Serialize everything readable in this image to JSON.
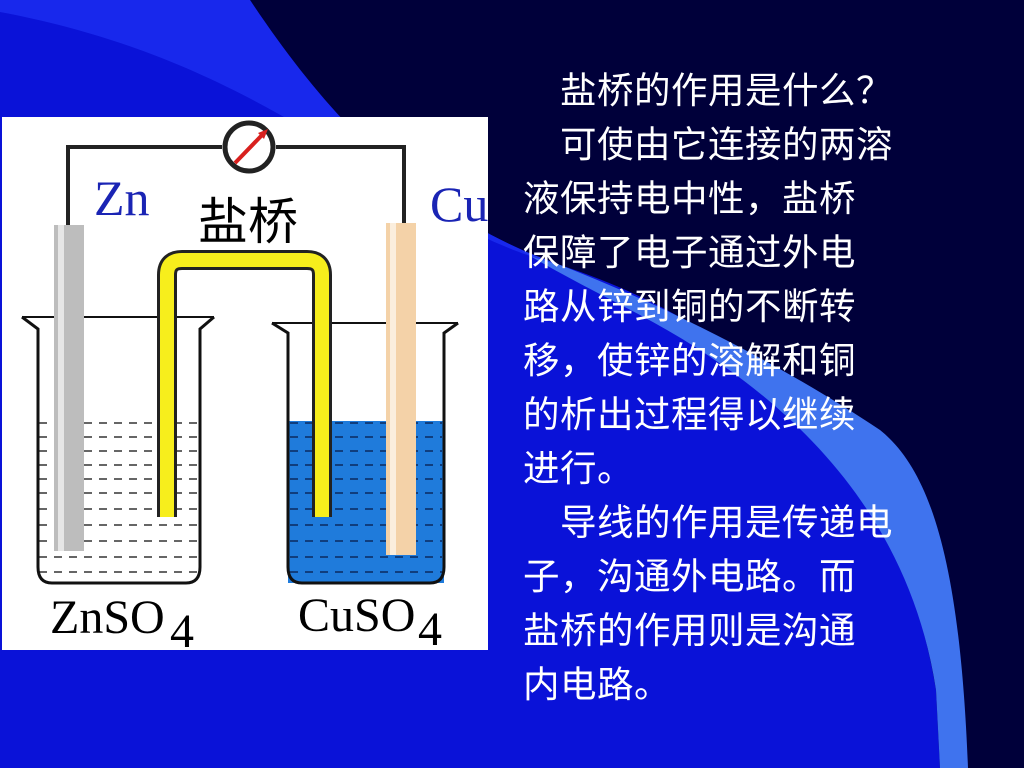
{
  "theme": {
    "background": "#0a12d8",
    "swoosh_light": "#3f73ee",
    "swoosh_dark": "#00003a",
    "text": "#ffffff"
  },
  "figure": {
    "labels": {
      "zn_electrode": "Zn",
      "cu_electrode": "Cu",
      "salt_bridge": "盐桥",
      "left_solution": "ZnSO",
      "right_solution": "CuSO",
      "subscript": "4"
    },
    "colors": {
      "label": "#1a24b4",
      "salt_bridge": "#f7ee1c",
      "cuso4_solution": "#1f7bdb",
      "zinc": "#bdbdbd",
      "copper": "#f4d2a8",
      "meter_needle": "#d8201e"
    },
    "meter_icon": "ammeter-icon"
  },
  "content": {
    "question": "盐桥的作用是什么？",
    "answer_lines": [
      "可使由它连接的两溶",
      "液保持电中性，盐桥",
      "保障了电子通过外电",
      "路从锌到铜的不断转",
      "移，使锌的溶解和铜",
      "的析出过程得以继续",
      "进行。"
    ],
    "wire_lines": [
      "导线的作用是传递电",
      "子，沟通外电路。而",
      "盐桥的作用则是沟通",
      "内电路。"
    ]
  }
}
